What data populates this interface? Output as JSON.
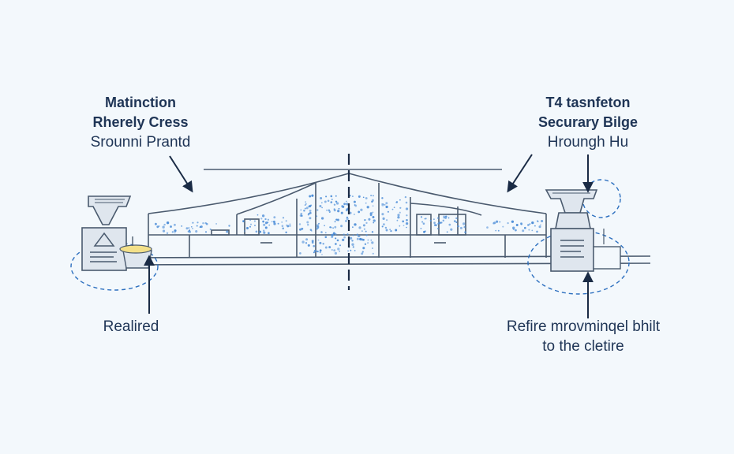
{
  "labels": {
    "top_left": {
      "line1": "Matinction",
      "line2": "Rherely Cress",
      "line3": "Srounni Prantd"
    },
    "top_right": {
      "line1": "T4 tasnfeton",
      "line2": "Securary Bilge",
      "line3": "Hroungh Hu"
    },
    "bottom_left": {
      "line1": "Realired"
    },
    "bottom_right": {
      "line1": "Refire mrovminqel bhilt",
      "line2": "to the cletire"
    }
  },
  "colors": {
    "line": "#4a5a6e",
    "accent_blue": "#4f8fd8",
    "station_fill": "#dfe6ee",
    "accent_yellow": "#f3e089",
    "text": "#1f3556",
    "arrow": "#1a2b45"
  },
  "icons": [
    "left-station-icon",
    "right-station-icon",
    "warning-triangle-icon",
    "document-icon",
    "bucket-icon"
  ]
}
